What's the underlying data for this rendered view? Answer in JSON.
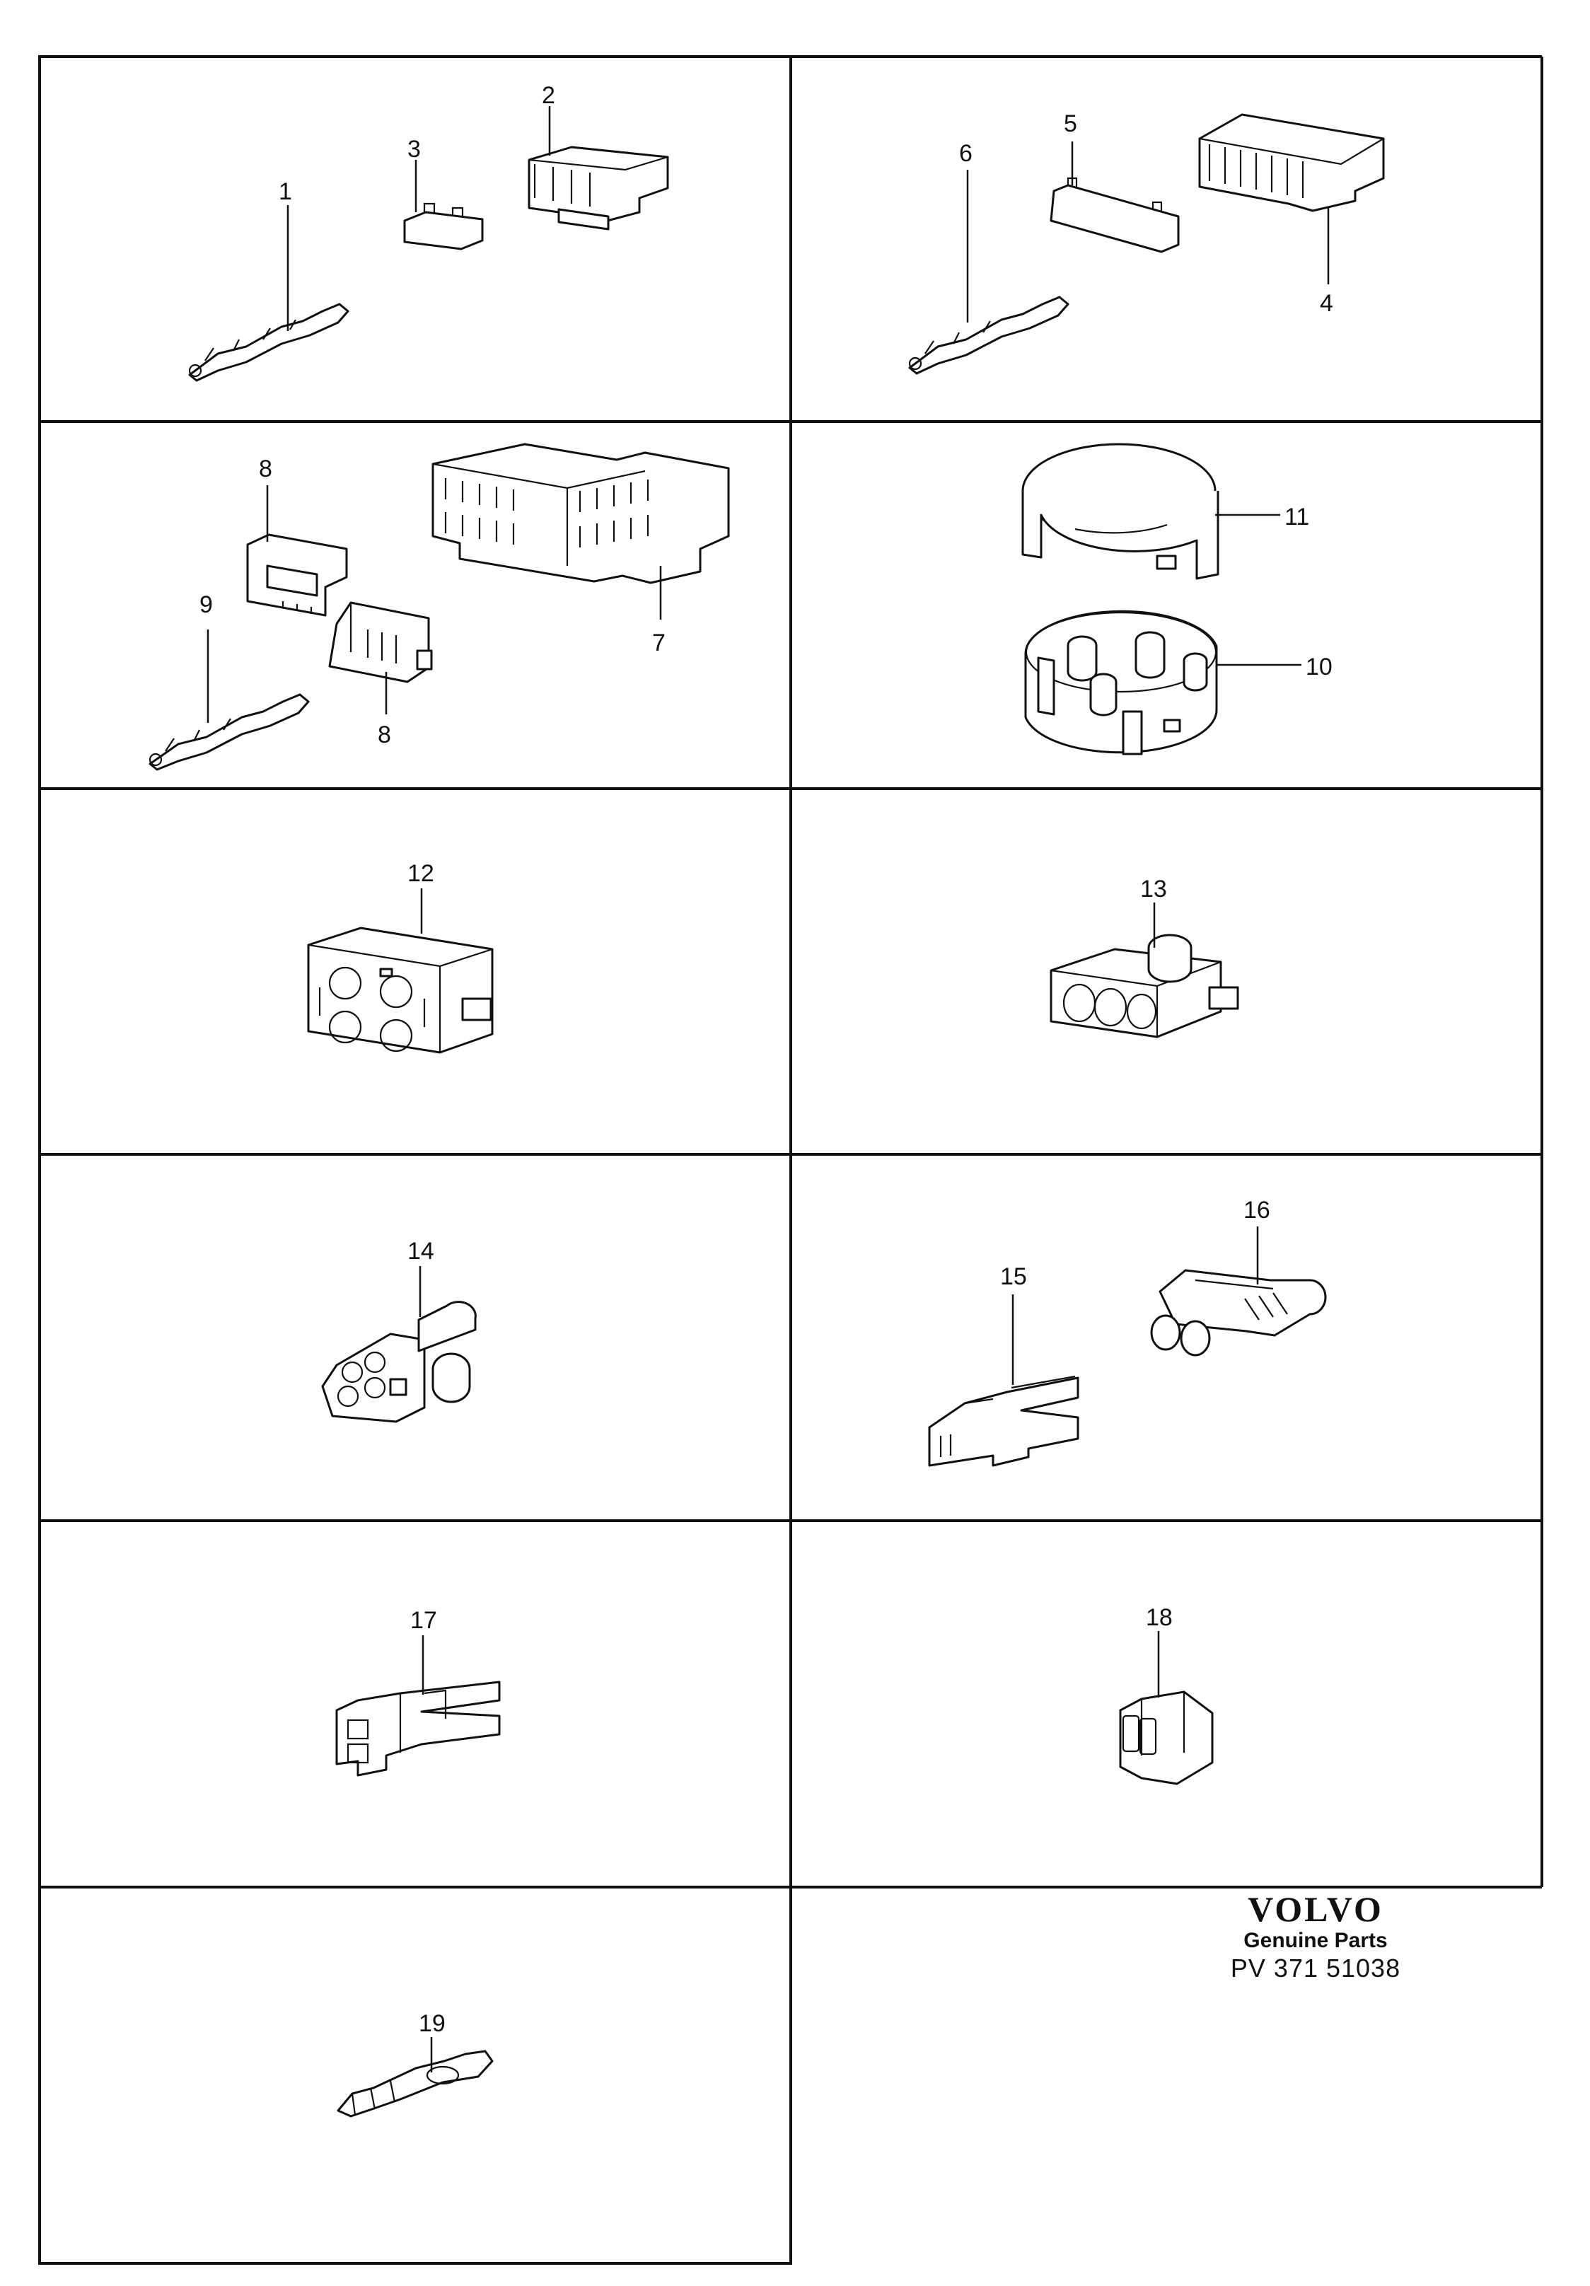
{
  "callouts": {
    "p1": "1",
    "p2": "2",
    "p3": "3",
    "p4": "4",
    "p5": "5",
    "p6": "6",
    "p7": "7",
    "p8a": "8",
    "p8b": "8",
    "p9": "9",
    "p10": "10",
    "p11": "11",
    "p12": "12",
    "p13": "13",
    "p14": "14",
    "p15": "15",
    "p16": "16",
    "p17": "17",
    "p18": "18",
    "p19": "19"
  },
  "footer": {
    "brand": "VOLVO",
    "tagline": "Genuine Parts",
    "code": "PV 371  51038"
  }
}
